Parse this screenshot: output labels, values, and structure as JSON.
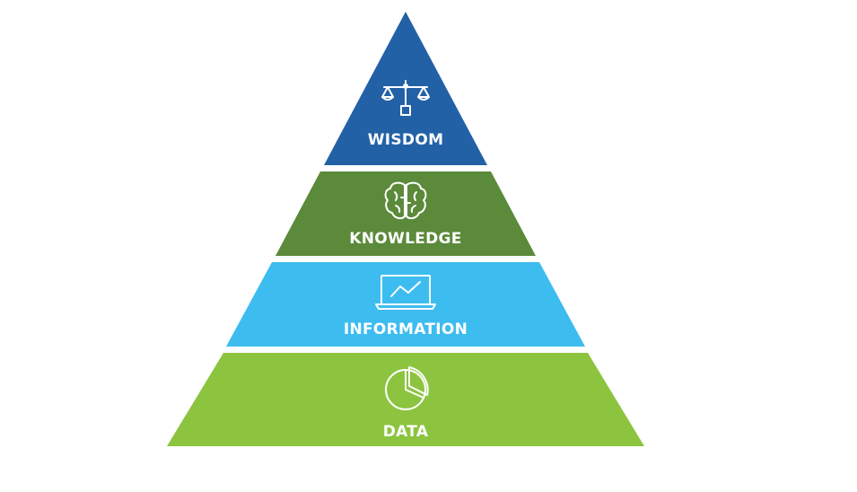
{
  "tiers": [
    {
      "key": "wisdom",
      "label": "WISDOM",
      "icon": "scales-icon",
      "color": "#2361a6"
    },
    {
      "key": "knowledge",
      "label": "KNOWLEDGE",
      "icon": "brain-icon",
      "color": "#5b8a3a"
    },
    {
      "key": "information",
      "label": "INFORMATION",
      "icon": "laptop-chart-icon",
      "color": "#3dbcf0"
    },
    {
      "key": "data",
      "label": "DATA",
      "icon": "pie-chart-icon",
      "color": "#8cc43f"
    }
  ]
}
